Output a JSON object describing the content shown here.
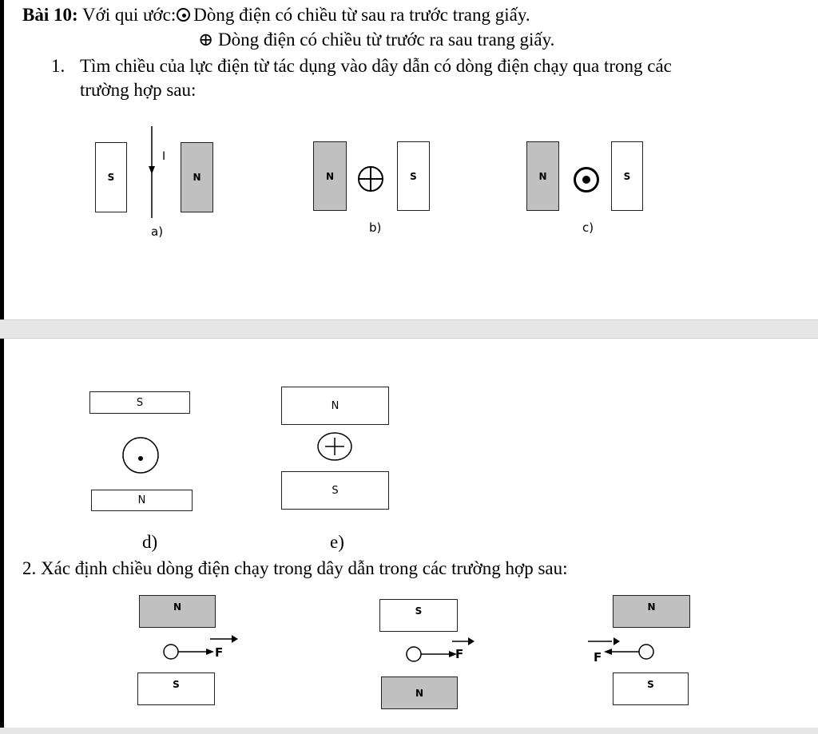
{
  "header": {
    "title": "Bài 10:",
    "legend_intro": "Với qui ước:",
    "legend_dot": "Dòng điện có chiều từ sau ra trước trang giấy.",
    "legend_plus": "⊕ Dòng điện có chiều từ trước ra sau trang giấy."
  },
  "question1": {
    "number": "1.",
    "text_line1": "Tìm chiều của lực điện từ tác dụng vào dây dẫn có dòng điện chạy qua trong các",
    "text_line2": "trường hợp sau:"
  },
  "question2": {
    "text": "2. Xác định chiều dòng điện chạy trong dây dẫn trong các trường hợp sau:"
  },
  "figures": {
    "a": {
      "left_pole": "S",
      "right_pole": "N",
      "current_label": "I",
      "caption": "a)"
    },
    "b": {
      "left_pole": "N",
      "right_pole": "S",
      "caption": "b)"
    },
    "c": {
      "left_pole": "N",
      "right_pole": "S",
      "caption": "c)"
    },
    "d": {
      "top_pole": "S",
      "bottom_pole": "N",
      "caption": "d)"
    },
    "e": {
      "top_pole": "N",
      "bottom_pole": "S",
      "caption": "e)"
    },
    "f1": {
      "top_pole": "N",
      "bottom_pole": "S",
      "force_label": "F"
    },
    "f2": {
      "top_pole": "S",
      "bottom_pole": "N",
      "force_label": "F"
    },
    "f3": {
      "top_pole": "N",
      "bottom_pole": "S",
      "force_label": "F"
    }
  },
  "colors": {
    "magnet_gray": "#c0c0c0",
    "band": "#e6e6e6"
  }
}
